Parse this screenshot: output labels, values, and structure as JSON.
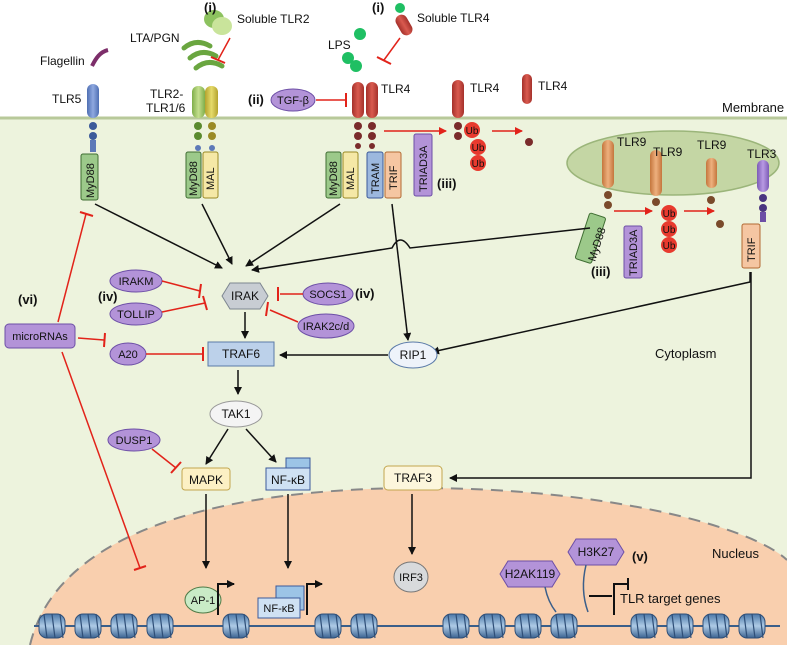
{
  "regions": {
    "membrane": "Membrane",
    "cytoplasm": "Cytoplasm",
    "nucleus": "Nucleus"
  },
  "receptors": {
    "tlr5": "TLR5",
    "tlr2_line1": "TLR2-",
    "tlr2_line2": "TLR1/6",
    "tlr4": "TLR4",
    "tlr4_b": "TLR4",
    "tlr4_c": "TLR4",
    "tlr9_a": "TLR9",
    "tlr9_b": "TLR9",
    "tlr9_c": "TLR9",
    "tlr3": "TLR3"
  },
  "ligands": {
    "flagellin": "Flagellin",
    "lta": "LTA/PGN",
    "lps": "LPS",
    "soluble_tlr2": "Soluble TLR2",
    "soluble_tlr4": "Soluble TLR4"
  },
  "adaptors": {
    "myd88_a": "MyD88",
    "myd88_b": "MyD88",
    "mal_a": "MAL",
    "myd88_c": "MyD88",
    "mal_b": "MAL",
    "tram": "TRAM",
    "trif_a": "TRIF",
    "myd88_d": "MyD88",
    "trif_b": "TRIF"
  },
  "regulators": {
    "tgfb": "TGF-β",
    "triad3a_a": "TRIAD3A",
    "triad3a_b": "TRIAD3A",
    "irakm": "IRAKM",
    "tollip": "TOLLIP",
    "a20": "A20",
    "socs1": "SOCS1",
    "irak2cd": "IRAK2c/d",
    "dusp1": "DUSP1",
    "micrornas": "microRNAs",
    "h2ak119": "H2AK119",
    "h3k27": "H3K27"
  },
  "signaling": {
    "irak": "IRAK",
    "traf6": "TRAF6",
    "tak1": "TAK1",
    "mapk": "MAPK",
    "nfkb": "NF-κB",
    "rip1": "RIP1",
    "traf3": "TRAF3"
  },
  "tfs": {
    "ap1": "AP-1",
    "nfkb": "NF-κB",
    "irf3": "IRF3"
  },
  "ub": [
    "Ub",
    "Ub",
    "Ub",
    "Ub",
    "Ub",
    "Ub"
  ],
  "roman": {
    "i_a": "(i)",
    "i_b": "(i)",
    "ii": "(ii)",
    "iii_a": "(iii)",
    "iii_b": "(iii)",
    "iv_a": "(iv)",
    "iv_b": "(iv)",
    "v": "(v)",
    "vi": "(vi)"
  },
  "target_genes": "TLR target genes",
  "colors": {
    "cytoplasm": "#edf3dd",
    "nucleus": "#f9cfae",
    "endosome": "#c4d6a4",
    "regulator": "#b393d8",
    "signal_box": "#bcd1ea",
    "myd88": "#9cc98a",
    "mal": "#f5e8a6",
    "trif": "#f5c6a2",
    "tram": "#9cb8de",
    "mapk_box": "#fcf0c4",
    "ub": "#e83a2e",
    "inhibit": "#e2231a"
  }
}
